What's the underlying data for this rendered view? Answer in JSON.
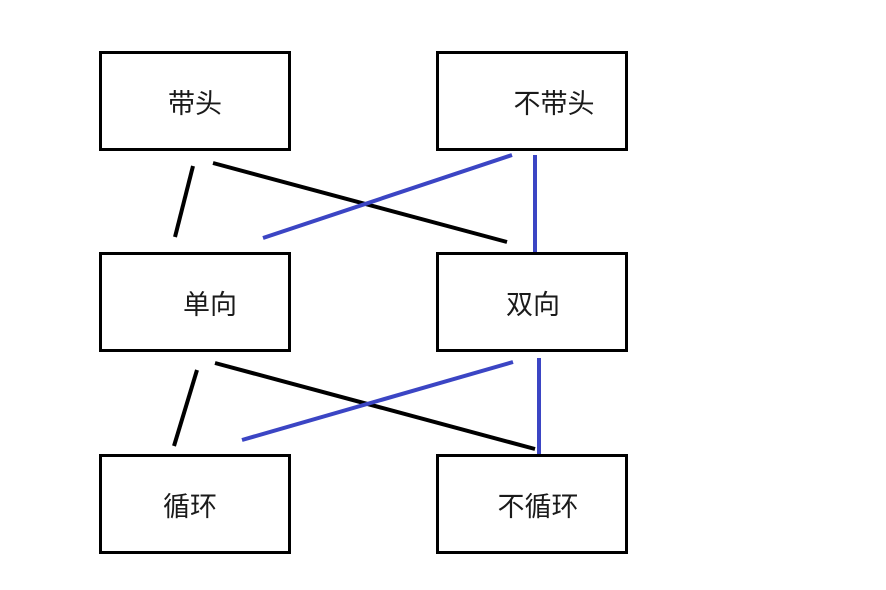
{
  "nodes": {
    "with_head": "带头",
    "without_head": "不带头",
    "singly": "单向",
    "doubly": "双向",
    "circular": "循环",
    "non_circular": "不循环"
  },
  "colors": {
    "box_border": "#000000",
    "connector_black": "#000000",
    "connector_blue": "#3b45c4"
  }
}
